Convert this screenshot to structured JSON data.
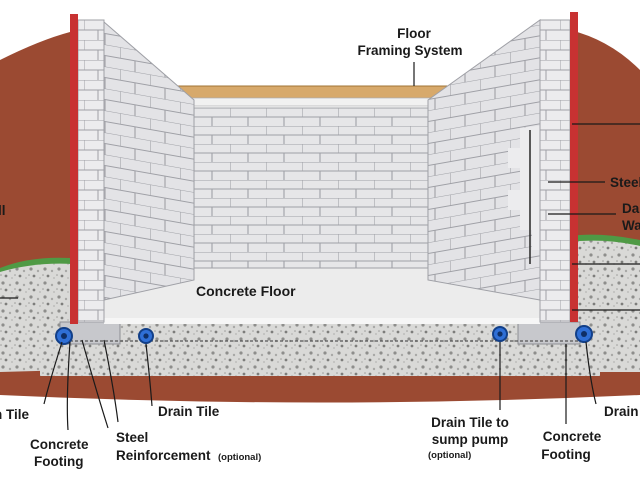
{
  "diagram": {
    "labels": {
      "floor_framing_line1": "Floor",
      "floor_framing_line2": "Framing System",
      "concrete_floor": "Concrete Floor",
      "drain_tile_left_partial": "n Tile",
      "drain_tile_mid": "Drain Tile",
      "concrete_footing_left_line1": "Concrete",
      "concrete_footing_left_line2": "Footing",
      "steel_reinforcement_line1": "Steel",
      "steel_reinforcement_line2": "Reinforcement",
      "steel_reinforcement_optional": "(optional)",
      "drain_tile_sump_line1": "Drain Tile to",
      "drain_tile_sump_line2": "sump pump",
      "drain_tile_sump_optional": "(optional)",
      "concrete_footing_right_line1": "Concrete",
      "concrete_footing_right_line2": "Footing",
      "drain_right_partial": "Drain",
      "steel_right_partial": "Steel",
      "damp_right_partial_line1": "Da",
      "damp_right_partial_line2": "Wa",
      "left_edge_partial": "ll"
    },
    "colors": {
      "soil": "#9b4a32",
      "soil_dark": "#7a3624",
      "block": "#e6e6e8",
      "mortar": "#9fa0a6",
      "gravel": "#d8d8d6",
      "footing": "#c7c8cc",
      "floor": "#ececec",
      "joist": "#d7a96b",
      "vapor_barrier": "#c83232",
      "grass": "#4f9a45",
      "tile": "#2f6fd6"
    }
  }
}
